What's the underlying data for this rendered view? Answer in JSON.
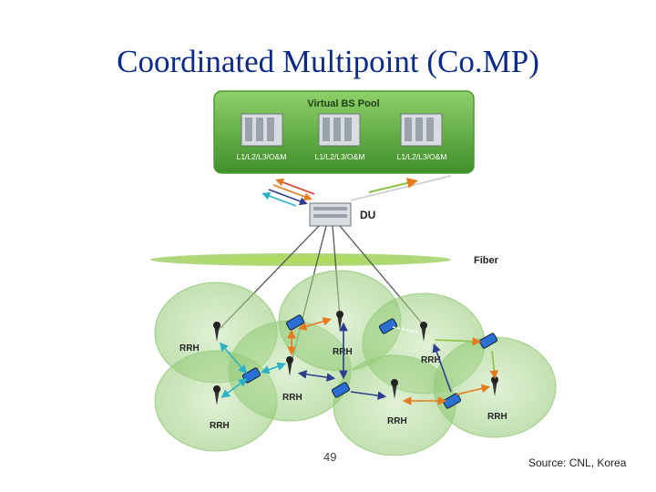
{
  "title": "Coordinated Multipoint (Co.MP)",
  "pool": {
    "label": "Virtual BS Pool",
    "servers": [
      "L1/L2/L3/O&M",
      "L1/L2/L3/O&M",
      "L1/L2/L3/O&M"
    ]
  },
  "du_label": "DU",
  "fiber_label": "Fiber",
  "rrh_label": "RRH",
  "rrh_count": 7,
  "page_number": "49",
  "source": "Source: CNL, Korea",
  "colors": {
    "title": "#0b2a8a",
    "pool_green": "#5fae3e",
    "cell_fill": "#a8d48c",
    "fiber": "#8bc53f",
    "arrow_orange": "#e87a1d",
    "arrow_blue": "#2a3d8f",
    "arrow_cyan": "#2bb3c9"
  }
}
